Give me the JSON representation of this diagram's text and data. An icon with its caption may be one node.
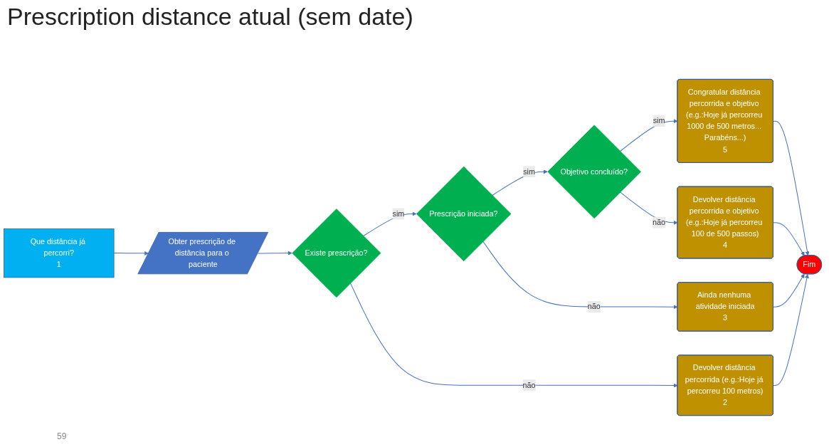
{
  "diagram": {
    "title": "Prescription distance atual (sem date)",
    "nodes": [
      {
        "text": [
          "Que distância já percorri?",
          "1"
        ]
      },
      {
        "text": [
          "Obter prescrição de distância para o paciente"
        ]
      },
      {
        "text": [
          "Existe prescrição?"
        ]
      },
      {
        "text": [
          "Prescrição iniciada?"
        ]
      },
      {
        "text": [
          "Objetivo concluído?"
        ]
      },
      {
        "text": [
          "Congratular distância percorrida e objetivo (e.g.:Hoje já percorreu 1000 de 500 metros... Parabéns...)",
          "5"
        ]
      },
      {
        "text": [
          "Devolver distância percorrida e objetivo (e.g.:Hoje já percorreu 100 de 500 passos)",
          "4"
        ]
      },
      {
        "text": [
          "Ainda nenhuma atividade iniciada",
          "3"
        ]
      },
      {
        "text": [
          "Devolver distância percorrida (e.g.:Hoje já percorreu 100 metros)",
          "2"
        ]
      },
      {
        "text": [
          "Fim"
        ]
      }
    ],
    "edges": [
      {
        "from": 0,
        "to": 1,
        "arrow": "to"
      },
      {
        "from": 1,
        "to": 2,
        "arrow": "to"
      },
      {
        "from": 2,
        "to": 3,
        "label": "sim",
        "arrow": "to"
      },
      {
        "from": 2,
        "to": 8,
        "label": "não",
        "arrow": "to"
      },
      {
        "from": 3,
        "to": 4,
        "label": "sim",
        "arrow": "to"
      },
      {
        "from": 3,
        "to": 7,
        "label": "não",
        "arrow": "to"
      },
      {
        "from": 4,
        "to": 5,
        "label": "sim",
        "arrow": "to"
      },
      {
        "from": 4,
        "to": 6,
        "label": "não",
        "arrow": "to"
      },
      {
        "from": 5,
        "to": 9,
        "arrow": "to"
      },
      {
        "from": 6,
        "to": 9,
        "arrow": "to"
      },
      {
        "from": 7,
        "to": 9,
        "arrow": "to"
      },
      {
        "from": 8,
        "to": 9,
        "arrow": "to"
      }
    ],
    "labels": [
      "59"
    ]
  }
}
